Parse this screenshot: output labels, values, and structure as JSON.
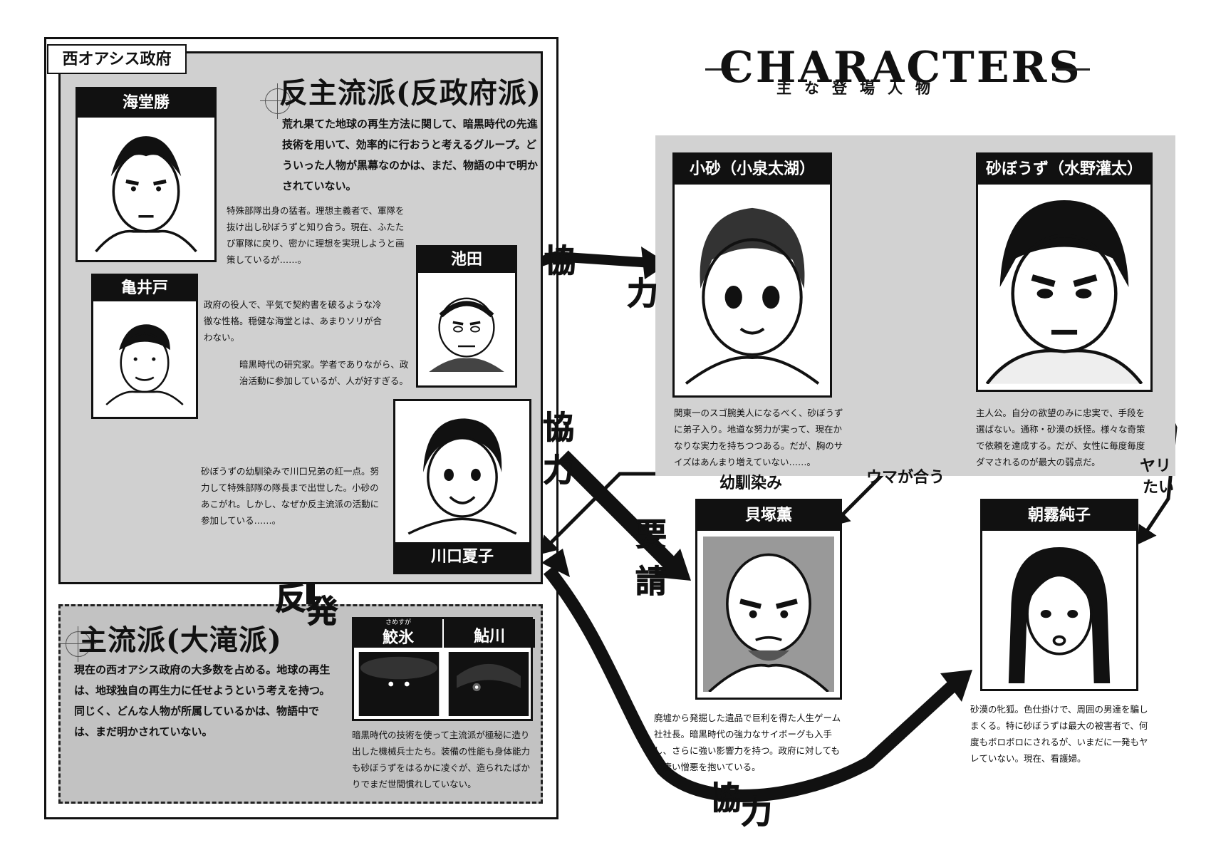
{
  "title": {
    "main": "CHARACTERS",
    "sub": "主な登場人物"
  },
  "government_label": "西オアシス政府",
  "anti_faction": {
    "heading": "反主流派(反政府派)",
    "description": "荒れ果てた地球の再生方法に関して、暗黒時代の先進技術を用いて、効率的に行おうと考えるグループ。どういった人物が黒幕なのかは、まだ、物語の中で明かされていない。"
  },
  "main_faction": {
    "heading": "主流派(大滝派)",
    "description": "現在の西オアシス政府の大多数を占める。地球の再生は、地球独自の再生力に任せようという考えを持つ。同じく、どんな人物が所属しているかは、物語中では、まだ明かされていない。"
  },
  "characters": {
    "kaidou": {
      "name": "海堂勝",
      "desc": "特殊部隊出身の猛者。理想主義者で、軍隊を抜け出し砂ぼうずと知り合う。現在、ふたたび軍隊に戻り、密かに理想を実現しようと画策しているが……。"
    },
    "kameido": {
      "name": "亀井戸",
      "desc": "政府の役人で、平気で契約書を破るような冷徹な性格。穏健な海堂とは、あまりソリが合わない。"
    },
    "ikeda": {
      "name": "池田",
      "desc": "暗黒時代の研究家。学者でありながら、政治活動に参加しているが、人が好すぎる。"
    },
    "kawaguchi": {
      "name": "川口夏子",
      "desc": "砂ぼうずの幼馴染みで川口兄弟の紅一点。努力して特殊部隊の隊長まで出世した。小砂のあこがれ。しかし、なぜか反主流派の活動に参加している……。"
    },
    "samezu": {
      "name": "鮫氷",
      "ruby": "さめすが"
    },
    "ayukawa": {
      "name": "鮎川"
    },
    "machine_desc": "暗黒時代の技術を使って主流派が極秘に造り出した機械兵士たち。装備の性能も身体能力も砂ぼうずをはるかに凌ぐが、造られたばかりでまだ世間慣れしていない。",
    "kosuna": {
      "name": "小砂（小泉太湖）",
      "desc": "関東一のスゴ腕美人になるべく、砂ぼうずに弟子入り。地道な努力が実って、現在かなりな実力を持ちつつある。だが、胸のサイズはあんまり増えていない……。"
    },
    "sunabouzu": {
      "name": "砂ぼうず（水野灌太）",
      "desc": "主人公。自分の欲望のみに忠実で、手段を選ばない。通称・砂漠の妖怪。様々な奇策で依頼を達成する。だが、女性に毎度毎度ダマされるのが最大の弱点だ。"
    },
    "kaizuka": {
      "name": "貝塚薫",
      "desc": "廃墟から発掘した遺品で巨利を得た人生ゲーム社社長。暗黒時代の強力なサイボーグも入手し、さらに強い影響力を持つ。政府に対してもの凄い憎悪を抱いている。"
    },
    "asagiri": {
      "name": "朝霧純子",
      "desc": "砂漠の牝狐。色仕掛けで、周囲の男達を騙しまくる。特に砂ぼうずは最大の被害者で、何度もボロボロにされるが、いまだに一発もヤレていない。現在、看護婦。"
    }
  },
  "relations": {
    "kyou": "協",
    "ryoku": "力",
    "you": "要",
    "sei": "請",
    "han": "反",
    "patsu": "発",
    "osananajimi": "幼馴染み",
    "umagaau": "ウマが合う",
    "yaritai": [
      "ヤリ",
      "たい"
    ]
  },
  "colors": {
    "panel_gray": "#d0d0d0",
    "dark_gray": "#c2c2c2",
    "ink": "#111111"
  }
}
